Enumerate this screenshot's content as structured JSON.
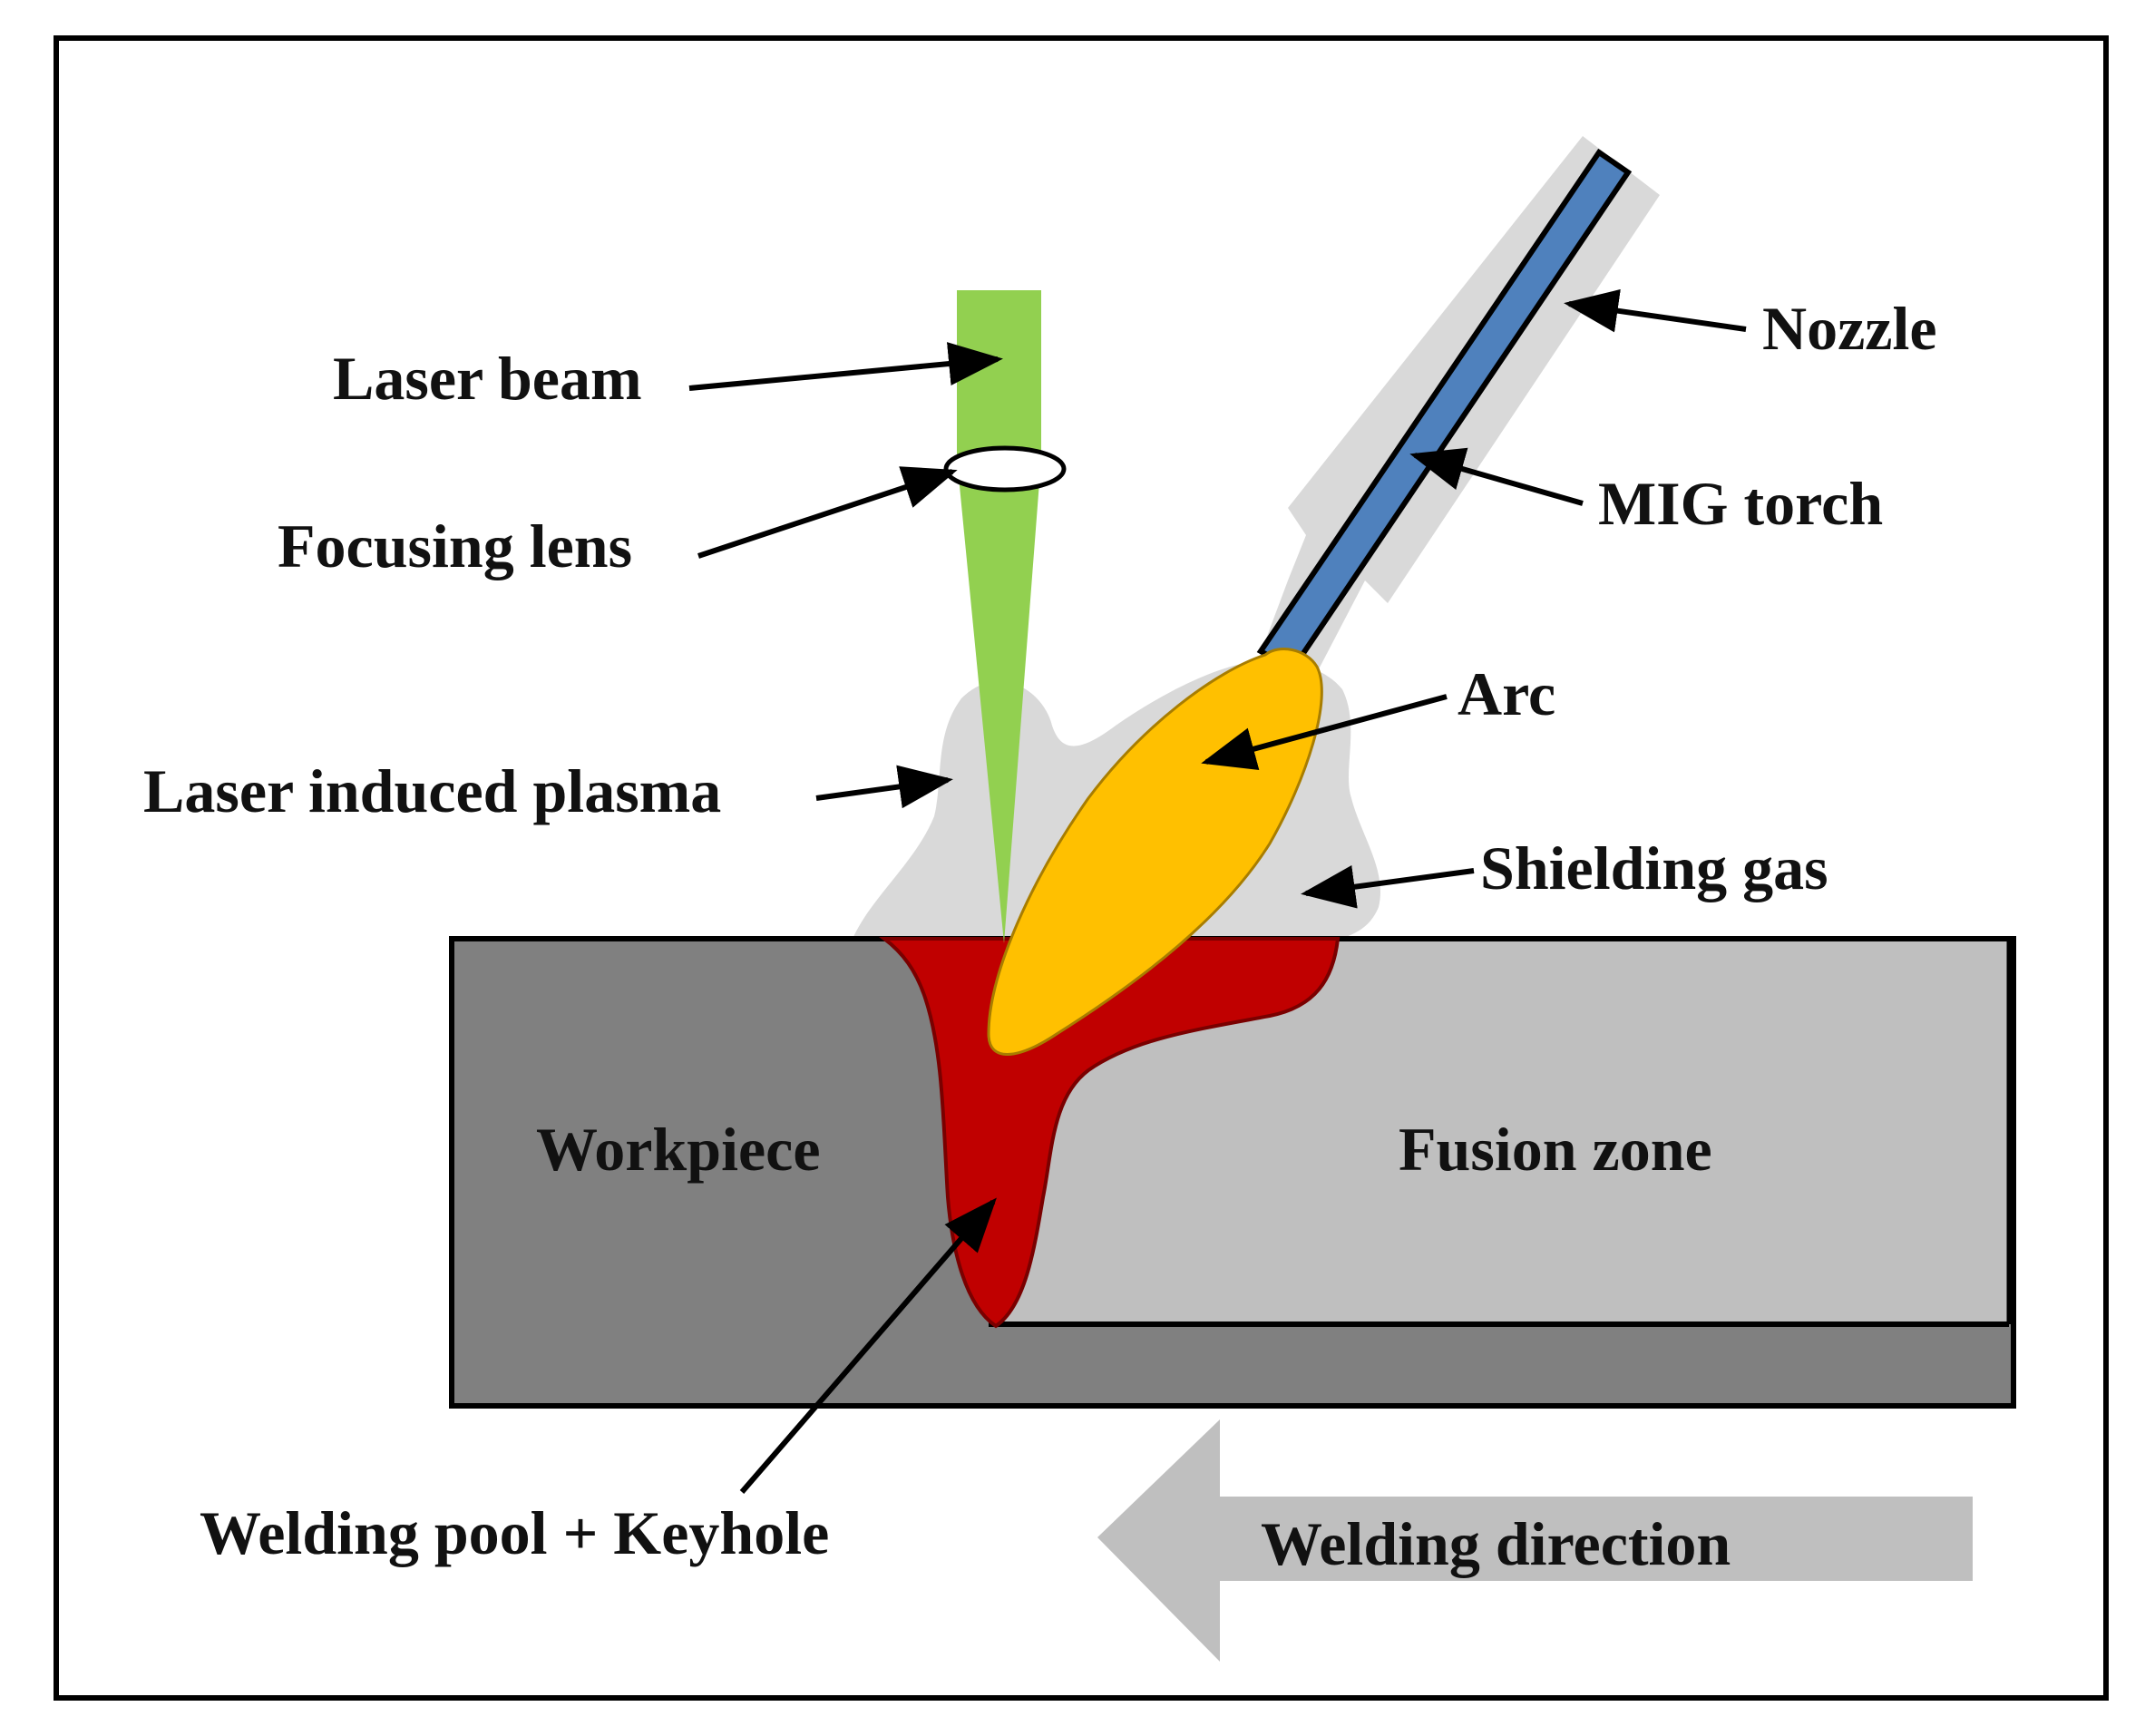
{
  "labels": {
    "laser_beam": "Laser beam",
    "focusing_lens": "Focusing lens",
    "laser_induced_plasma": "Laser induced plasma",
    "nozzle": "Nozzle",
    "mig_torch": "MIG torch",
    "arc": "Arc",
    "shielding_gas": "Shielding gas",
    "workpiece": "Workpiece",
    "fusion_zone": "Fusion zone",
    "welding_pool_keyhole": "Welding pool + Keyhole",
    "welding_direction": "Welding direction"
  },
  "colors": {
    "laser_beam": "#92d050",
    "torch": "#4f81bd",
    "arc": "#ffc000",
    "weld_pool": "#c00000",
    "workpiece": "#808080",
    "fusion_zone": "#bfbfbf",
    "gas": "#d9d9d9",
    "direction_arrow": "#bfbfbf",
    "outline": "#000000"
  }
}
